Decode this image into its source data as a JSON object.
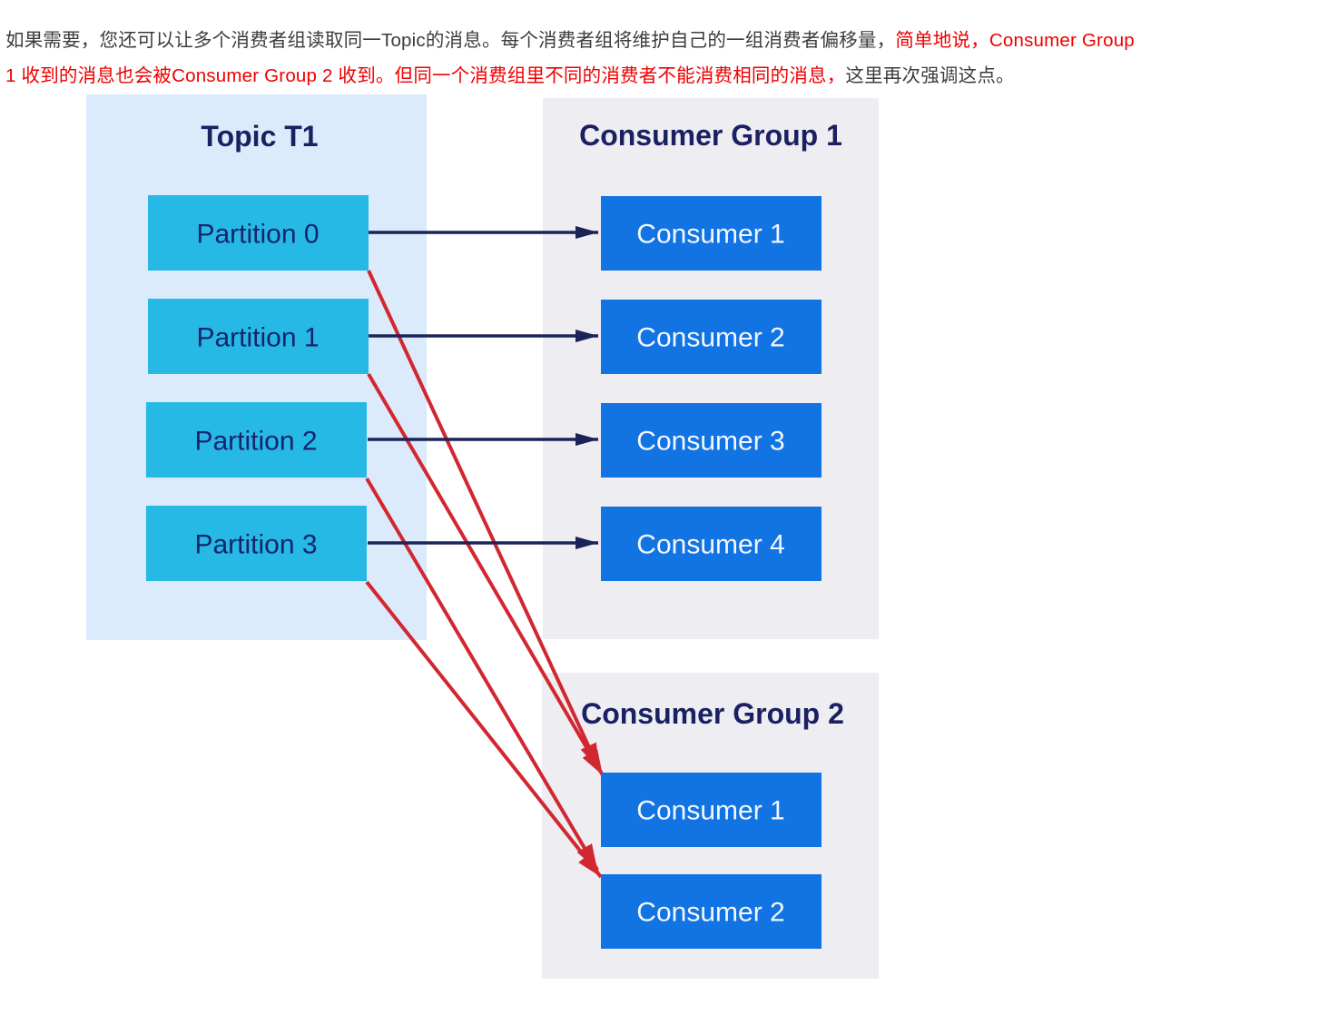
{
  "paragraph": {
    "line1_black": "如果需要，您还可以让多个消费者组读取同一Topic的消息。每个消费者组将维护自己的一组消费者偏移量，",
    "line1_red": "简单地说，Consumer Group",
    "line2_red": "1 收到的消息也会被Consumer Group 2 收到。但同一个消费组里不同的消费者不能消费相同的消息，",
    "line2_black": "这里再次强调这点。"
  },
  "diagram": {
    "topic": {
      "title": "Topic T1",
      "partitions": [
        "Partition 0",
        "Partition 1",
        "Partition 2",
        "Partition 3"
      ]
    },
    "group1": {
      "title": "Consumer Group 1",
      "consumers": [
        "Consumer 1",
        "Consumer 2",
        "Consumer 3",
        "Consumer 4"
      ]
    },
    "group2": {
      "title": "Consumer Group 2",
      "consumers": [
        "Consumer 1",
        "Consumer 2"
      ]
    },
    "edges": {
      "to_group1": [
        [
          "Partition 0",
          "Consumer 1"
        ],
        [
          "Partition 1",
          "Consumer 2"
        ],
        [
          "Partition 2",
          "Consumer 3"
        ],
        [
          "Partition 3",
          "Consumer 4"
        ]
      ],
      "to_group2": [
        [
          "Partition 0",
          "Consumer 1"
        ],
        [
          "Partition 1",
          "Consumer 1"
        ],
        [
          "Partition 2",
          "Consumer 2"
        ],
        [
          "Partition 3",
          "Consumer 2"
        ]
      ]
    },
    "colors": {
      "topic_panel": "#dcebfb",
      "group_panel": "#ededf2",
      "partition_box": "#26b9e6",
      "consumer_box": "#1273e2",
      "navy_arrow": "#1b2456",
      "red_arrow": "#d22730",
      "title_text": "#1a2061",
      "paragraph_text": "#3c3c3c",
      "paragraph_highlight": "#ee0000"
    }
  }
}
